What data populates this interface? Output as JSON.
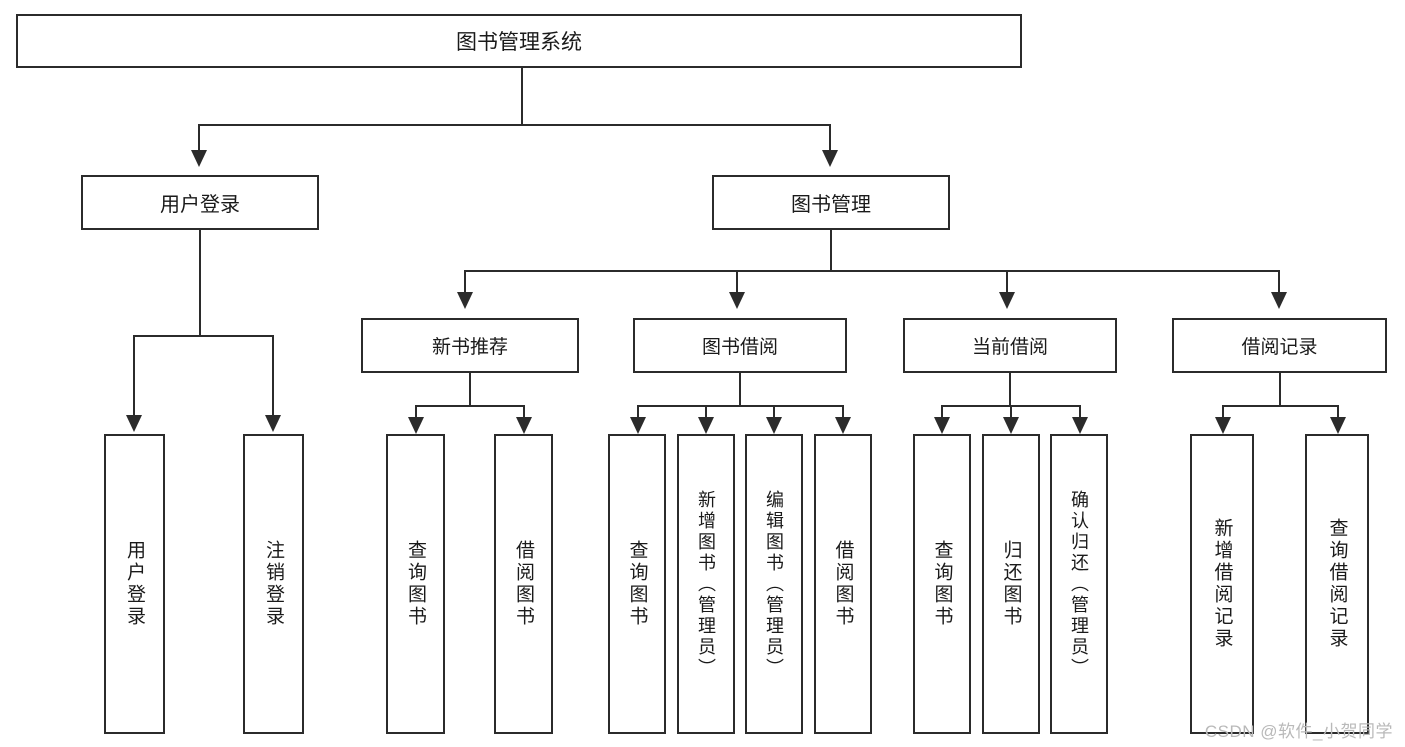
{
  "diagram": {
    "title": "图书管理系统",
    "watermark": "CSDN @软件_小贺同学",
    "root": {
      "label": "图书管理系统"
    },
    "level1": [
      {
        "label": "用户登录"
      },
      {
        "label": "图书管理"
      }
    ],
    "level2": [
      {
        "label": "新书推荐"
      },
      {
        "label": "图书借阅"
      },
      {
        "label": "当前借阅"
      },
      {
        "label": "借阅记录"
      }
    ],
    "leaves": {
      "user_login": [
        {
          "label": "用户登录"
        },
        {
          "label": "注销登录"
        }
      ],
      "new_book_recommend": [
        {
          "label": "查询图书"
        },
        {
          "label": "借阅图书"
        }
      ],
      "book_borrow": [
        {
          "label": "查询图书"
        },
        {
          "label": "新增图书（管理员）"
        },
        {
          "label": "编辑图书（管理员）"
        },
        {
          "label": "借阅图书"
        }
      ],
      "current_borrow": [
        {
          "label": "查询图书"
        },
        {
          "label": "归还图书"
        },
        {
          "label": "确认归还（管理员）"
        }
      ],
      "borrow_record": [
        {
          "label": "新增借阅记录"
        },
        {
          "label": "查询借阅记录"
        }
      ]
    }
  },
  "colors": {
    "stroke": "#2b2b2b",
    "background": "#ffffff",
    "text": "#1a1a1a",
    "watermark": "#b9b9b9"
  }
}
